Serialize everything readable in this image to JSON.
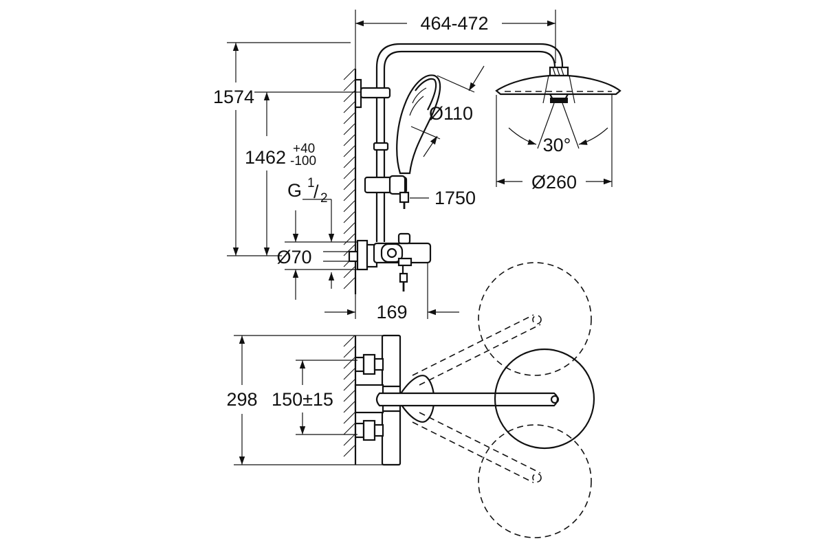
{
  "diagram": {
    "dimensions": {
      "span_width": "464-472",
      "total_height": "1574",
      "mixer_height_base": "1462",
      "mixer_height_tol_plus": "+40",
      "mixer_height_tol_minus": "-100",
      "thread_prefix": "G",
      "thread_num": "1",
      "thread_den": "2",
      "mixer_diameter": "Ø70",
      "wall_projection": "169",
      "hand_shower_diameter": "Ø110",
      "tilt_angle": "30°",
      "head_diameter": "Ø260",
      "hose_length": "1750",
      "body_depth": "298",
      "inlet_spacing": "150±15"
    }
  }
}
